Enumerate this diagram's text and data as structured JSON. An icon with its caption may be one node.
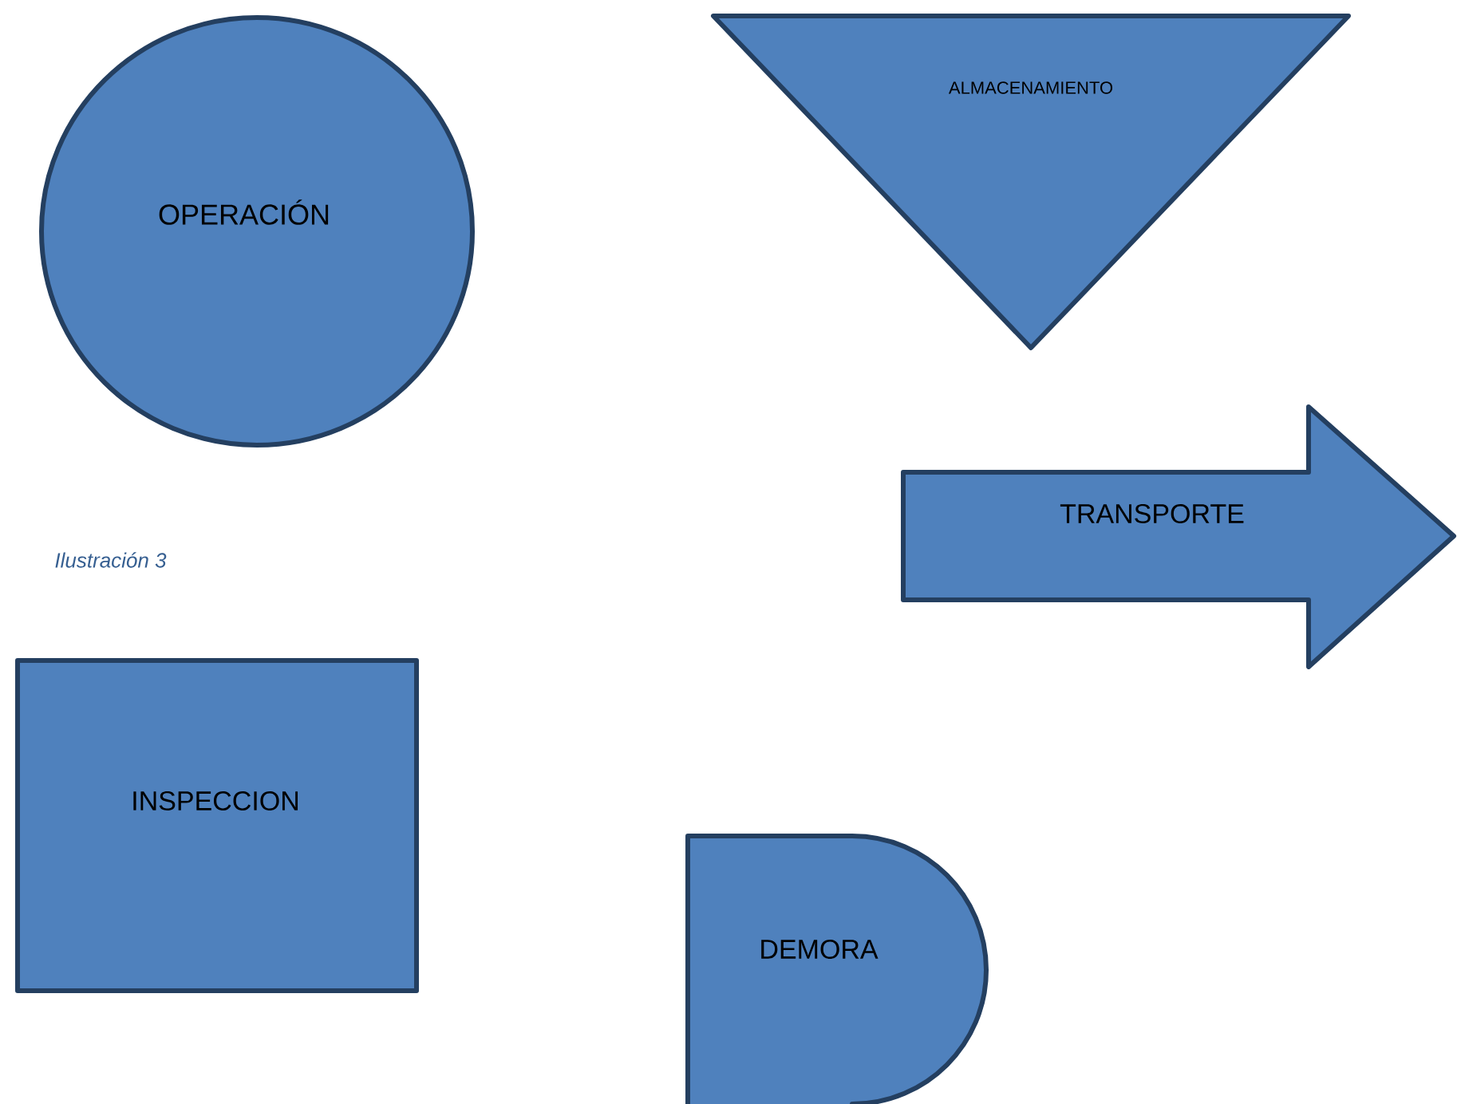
{
  "diagram": {
    "caption": "Ilustración 3",
    "nodes": [
      {
        "text": [
          "OPERACIÓN"
        ]
      },
      {
        "text": [
          "ALMACENAMIENTO"
        ]
      },
      {
        "text": [
          "TRANSPORTE"
        ]
      },
      {
        "text": [
          "INSPECCION"
        ]
      },
      {
        "text": [
          "DEMORA"
        ]
      }
    ]
  }
}
